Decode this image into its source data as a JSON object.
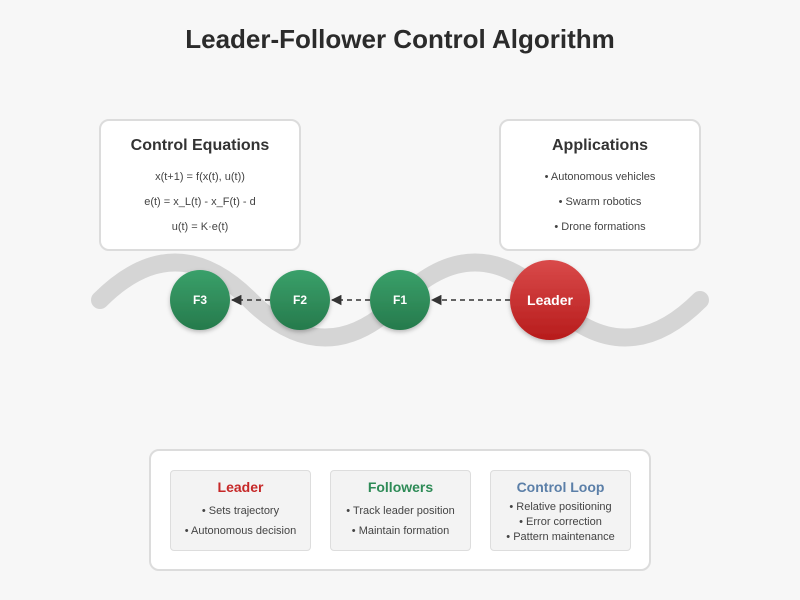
{
  "title": "Leader-Follower Control Algorithm",
  "colors": {
    "leader": "#c62828",
    "follower": "#2e8b57",
    "control": "#5b7fa8",
    "path": "#d5d5d5"
  },
  "equations": {
    "title": "Control Equations",
    "lines": [
      "x(t+1) = f(x(t), u(t))",
      "e(t) = x_L(t) - x_F(t) - d",
      "u(t) = K·e(t)"
    ]
  },
  "applications": {
    "title": "Applications",
    "lines": [
      "• Autonomous vehicles",
      "• Swarm robotics",
      "• Drone formations"
    ]
  },
  "nodes": {
    "leader": "Leader",
    "f1": "F1",
    "f2": "F2",
    "f3": "F3"
  },
  "legend": {
    "leader": {
      "title": "Leader",
      "lines": [
        "• Sets trajectory",
        "• Autonomous decision"
      ]
    },
    "followers": {
      "title": "Followers",
      "lines": [
        "• Track leader position",
        "• Maintain formation"
      ]
    },
    "control_loop": {
      "title": "Control Loop",
      "lines": [
        "• Relative positioning",
        "• Error correction",
        "• Pattern maintenance"
      ]
    }
  }
}
